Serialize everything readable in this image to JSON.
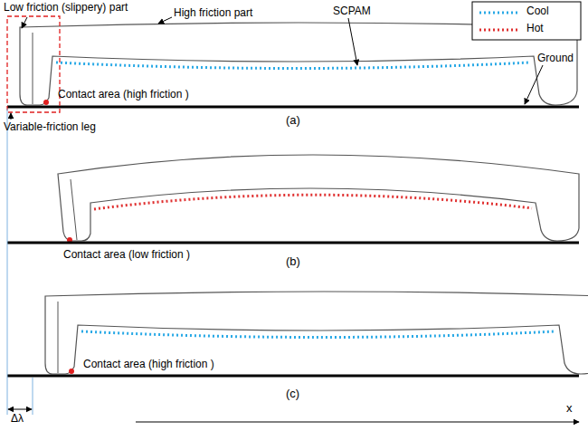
{
  "diagram": {
    "labels": [
      "Low friction (slippery) part",
      "High friction part",
      "SCPAM",
      "Ground",
      "Contact area (high friction )",
      "Variable-friction leg",
      "(a)",
      "Contact area (low friction )",
      "(b)",
      "Contact area (high friction )",
      "(c)",
      "Δλ",
      "x"
    ],
    "legend": [
      {
        "text": "Cool"
      },
      {
        "text": "Hot"
      }
    ]
  }
}
